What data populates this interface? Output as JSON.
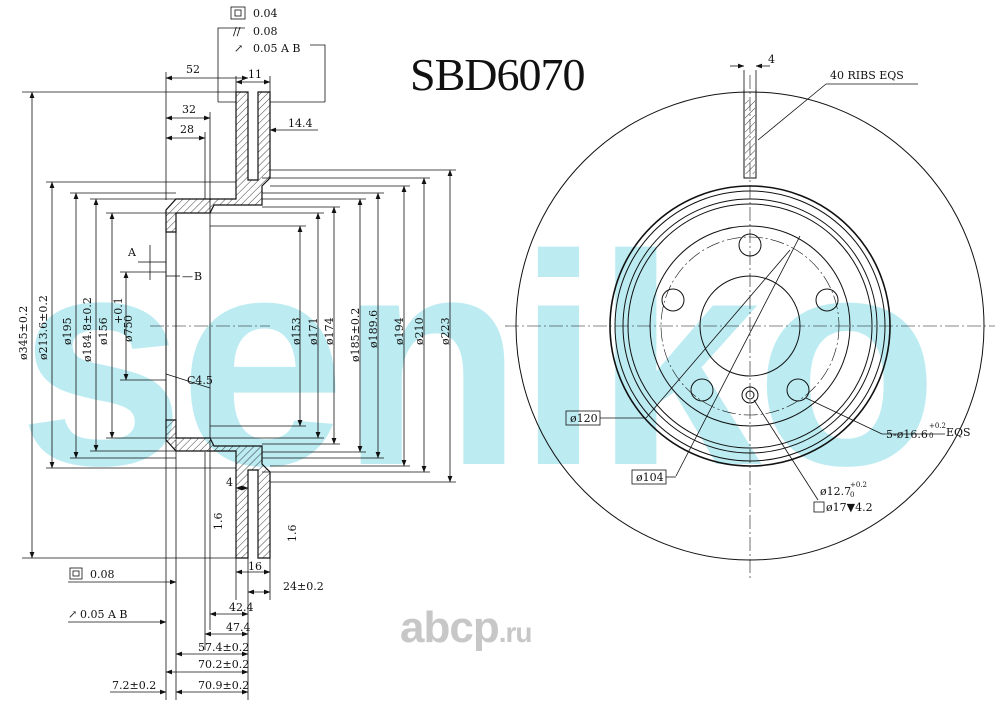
{
  "title": "SBD6070",
  "watermark": {
    "brand": "seniko",
    "site_main": "abcp",
    "site_suffix": ".ru"
  },
  "frame_labels": {
    "flatness": "0.04",
    "parallelism": "0.08",
    "runout": "0.05 A B"
  },
  "top_dims": {
    "d52": "52",
    "d11": "11",
    "d32": "32",
    "d28": "28",
    "d14_4": "14.4"
  },
  "datums": {
    "a": "A",
    "b": "B",
    "chamfer": "C4.5"
  },
  "left_diameters": [
    "ø345±0.2",
    "ø213.6±0.2",
    "ø195",
    "ø184.8±0.2",
    "ø156",
    "ø75"
  ],
  "tol_75": {
    "upper": "+0.1",
    "lower": "0"
  },
  "right_diameters": [
    "ø153",
    "ø171",
    "ø174",
    "ø185±0.2",
    "ø189.6",
    "ø194",
    "ø210",
    "ø223"
  ],
  "side_dims": {
    "d4": "4",
    "d1_6_left": "1.6",
    "d1_6_right": "1.6",
    "d16": "16"
  },
  "bottom_dims": [
    "24±0.2",
    "42.4",
    "47.4",
    "57.4±0.2",
    "70.2±0.2",
    "70.9±0.2",
    "7.2±0.2"
  ],
  "bottom_frames": {
    "flatness": "0.08",
    "runout": "0.05 A B"
  },
  "front_view": {
    "ribs_width": "4",
    "ribs_label": "40 RIBS EQS",
    "pcd_120": "ø120",
    "pcd_104": "ø104",
    "bolt_holes": "5-ø16.6",
    "bolt_tol": {
      "upper": "+0.2",
      "lower": "0"
    },
    "bolt_suffix": "EQS",
    "pilot": "ø12.7",
    "pilot_tol": {
      "upper": "+0.2",
      "lower": "0"
    },
    "counterbore": "ø17▼4.2"
  }
}
